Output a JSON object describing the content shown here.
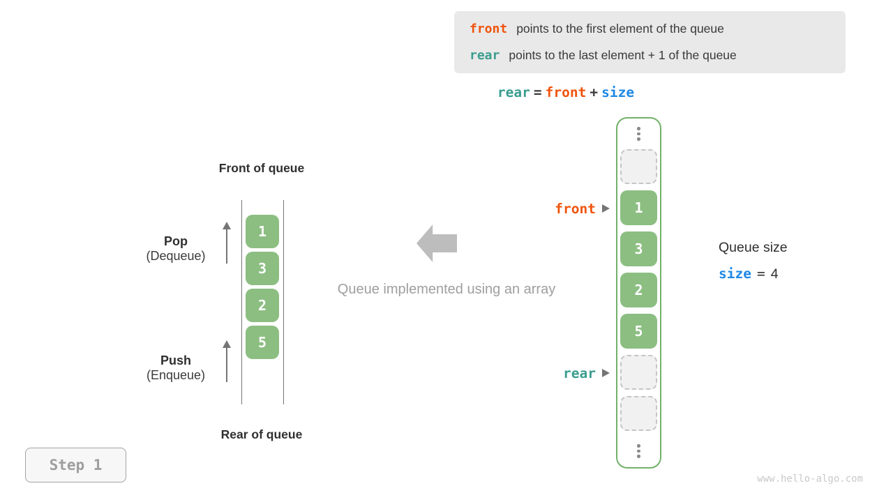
{
  "info_box": {
    "lines": [
      {
        "keyword": "front",
        "text": "points to the first element of the queue"
      },
      {
        "keyword": "rear",
        "text": "points to the last element + 1 of the queue"
      }
    ]
  },
  "formula": {
    "lhs": "rear",
    "eq": "=",
    "mid": "front",
    "plus": "+",
    "rhs": "size"
  },
  "left_queue": {
    "front_title": "Front of queue",
    "rear_title": "Rear of queue",
    "pop": {
      "title": "Pop",
      "subtitle": "(Dequeue)"
    },
    "push": {
      "title": "Push",
      "subtitle": "(Enqueue)"
    },
    "values": [
      "1",
      "3",
      "2",
      "5"
    ]
  },
  "center": {
    "caption": "Queue implemented using an array"
  },
  "right_array": {
    "front_pointer": "front",
    "rear_pointer": "rear",
    "cells": [
      {
        "state": "empty"
      },
      {
        "state": "filled",
        "value": "1"
      },
      {
        "state": "filled",
        "value": "3"
      },
      {
        "state": "filled",
        "value": "2"
      },
      {
        "state": "filled",
        "value": "5"
      },
      {
        "state": "empty"
      },
      {
        "state": "empty"
      }
    ],
    "ellipsis_icon": "vertical-dots"
  },
  "queue_size": {
    "title": "Queue size",
    "var": "size",
    "eq": "=",
    "value": "4"
  },
  "step_badge": {
    "label": "Step 1"
  },
  "watermark": {
    "text": "www.hello-algo.com"
  },
  "colors": {
    "front_orange": "#f0540e",
    "rear_teal": "#3a9d8f",
    "size_blue": "#1e88e5",
    "cell_green": "#8cbe82",
    "container_green_border": "#72b169",
    "info_box_bg": "#e9e9e9",
    "muted_gray": "#9e9e9e",
    "arrow_gray": "#757575",
    "block_arrow_gray": "#bdbdbd"
  }
}
